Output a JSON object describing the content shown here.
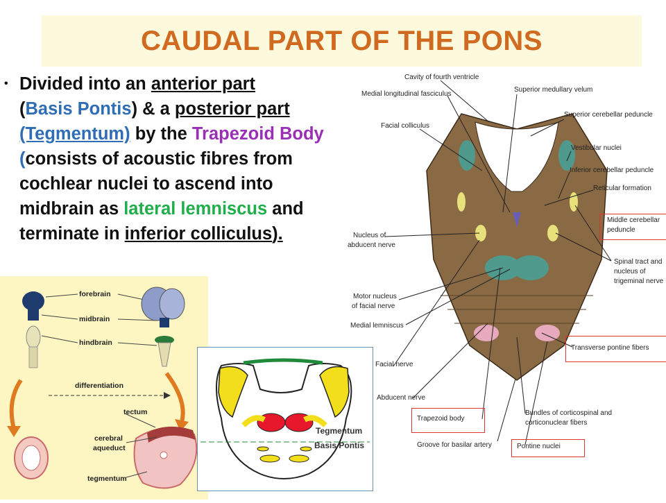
{
  "title": "CAUDAL PART OF THE PONS",
  "bullet": {
    "marker": "•",
    "p1": "Divided into an ",
    "anterior_part": "anterior part",
    "p2": "(",
    "basis_pontis": "Basis Pontis",
    "p3": ") & a ",
    "posterior_part": "posterior part",
    "tegmentum": "(Tegmentum)",
    "p4": " by the ",
    "trapezoid": "Trapezoid Body",
    "p5": " (",
    "p6": "consists of acoustic fibres from cochlear nuclei to ascend into midbrain as ",
    "lateral_lemniscus": "lateral lemniscus",
    "p7": " and terminate in ",
    "inferior_colliculus": "inferior colliculus",
    "p8": ")."
  },
  "development_figure": {
    "labels": {
      "forebrain": "forebrain",
      "midbrain": "midbrain",
      "hindbrain": "hindbrain",
      "differentiation": "differentiation",
      "tectum": "tectum",
      "cerebral_aqueduct_1": "cerebral",
      "cerebral_aqueduct_2": "aqueduct",
      "tegmentum": "tegmentum"
    }
  },
  "section_figure": {
    "tegmentum_label": "Tegmentum",
    "basis_label": "Basis Pontis"
  },
  "pons_figure": {
    "labels": {
      "cavity": "Cavity of fourth ventricle",
      "mlf": "Medial longitudinal fasciculus",
      "facial_colliculus": "Facial colliculus",
      "sup_velum": "Superior medullary velum",
      "sup_peduncle": "Superior cerebellar peduncle",
      "vestibular": "Vestibular nuclei",
      "inf_peduncle": "Inferior cerebellar peduncle",
      "reticular": "Reticular formation",
      "mid_peduncle_1": "Middle cerebellar",
      "mid_peduncle_2": "peduncle",
      "abducent_nucleus_1": "Nucleus of",
      "abducent_nucleus_2": "abducent nerve",
      "spinal_tract_1": "Spinal tract and",
      "spinal_tract_2": "nucleus of",
      "spinal_tract_3": "trigeminal nerve",
      "motor_nucleus_1": "Motor nucleus",
      "motor_nucleus_2": "of facial nerve",
      "medial_lemniscus": "Medial lemniscus",
      "transverse_fibers": "Transverse pontine fibers",
      "facial_nerve": "Facial nerve",
      "abducent_nerve": "Abducent nerve",
      "trapezoid_body": "Trapezoid body",
      "bundles_1": "Bundles of corticospinal and",
      "bundles_2": "corticonuclear fibers",
      "groove": "Groove for basilar artery",
      "pontine_nuclei": "Pontine nuclei"
    }
  },
  "colors": {
    "title": "#d06a20",
    "blue": "#2f6db5",
    "purple": "#9a2fb5",
    "green": "#1fae4a",
    "pons_tissue": "#8a6a45",
    "nuclei_teal": "#4f9a8c",
    "tract_yellow": "#e8e07a",
    "highlight_red": "#d33333"
  }
}
